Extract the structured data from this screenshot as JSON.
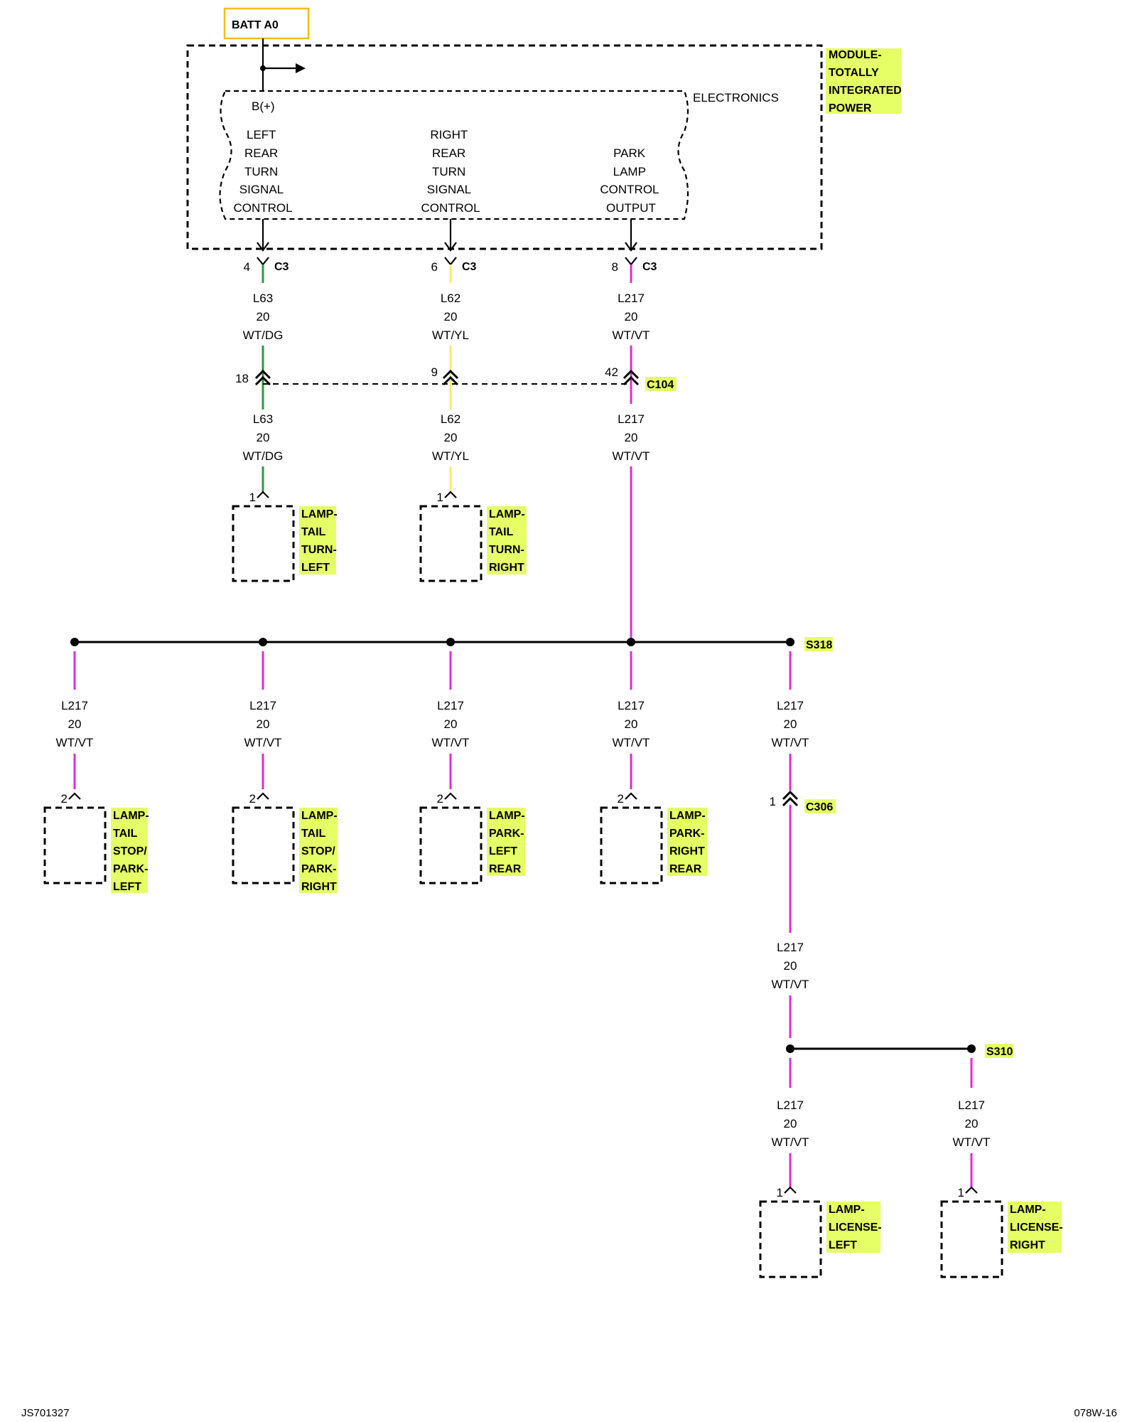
{
  "colors": {
    "green": "#2f9a3c",
    "yellow": "#f4ec6a",
    "violet": "#e22ad4",
    "highlight": "#e6ff66",
    "batt_border": "#f0c000"
  },
  "batt_label": "BATT A0",
  "module": {
    "title_lines": [
      "MODULE-",
      "TOTALLY",
      "INTEGRATED",
      "POWER"
    ],
    "electronics_label": "ELECTRONICS",
    "bplus_label": "B(+)",
    "outputs": [
      {
        "lines": [
          "LEFT",
          "REAR",
          "TURN",
          "SIGNAL",
          "CONTROL"
        ]
      },
      {
        "lines": [
          "RIGHT",
          "REAR",
          "TURN",
          "SIGNAL",
          "CONTROL"
        ]
      },
      {
        "lines": [
          "PARK",
          "LAMP",
          "CONTROL",
          "OUTPUT"
        ]
      }
    ]
  },
  "c3_pins": [
    {
      "pin": "4",
      "connector": "C3"
    },
    {
      "pin": "6",
      "connector": "C3"
    },
    {
      "pin": "8",
      "connector": "C3"
    }
  ],
  "c104": {
    "connector": "C104",
    "pins": [
      "18",
      "9",
      "42"
    ]
  },
  "wire_labels": [
    {
      "circuit": "L63",
      "gauge": "20",
      "color": "WT/DG"
    },
    {
      "circuit": "L62",
      "gauge": "20",
      "color": "WT/YL"
    },
    {
      "circuit": "L217",
      "gauge": "20",
      "color": "WT/VT"
    },
    {
      "circuit": "L63",
      "gauge": "20",
      "color": "WT/DG"
    },
    {
      "circuit": "L62",
      "gauge": "20",
      "color": "WT/YL"
    },
    {
      "circuit": "L217",
      "gauge": "20",
      "color": "WT/VT"
    },
    {
      "circuit": "L217",
      "gauge": "20",
      "color": "WT/VT"
    },
    {
      "circuit": "L217",
      "gauge": "20",
      "color": "WT/VT"
    },
    {
      "circuit": "L217",
      "gauge": "20",
      "color": "WT/VT"
    },
    {
      "circuit": "L217",
      "gauge": "20",
      "color": "WT/VT"
    },
    {
      "circuit": "L217",
      "gauge": "20",
      "color": "WT/VT"
    },
    {
      "circuit": "L217",
      "gauge": "20",
      "color": "WT/VT"
    },
    {
      "circuit": "L217",
      "gauge": "20",
      "color": "WT/VT"
    },
    {
      "circuit": "L217",
      "gauge": "20",
      "color": "WT/VT"
    }
  ],
  "splices": {
    "s318": "S318",
    "s310": "S310"
  },
  "c306": {
    "connector": "C306",
    "pin": "1"
  },
  "lamps": [
    {
      "pin": "1",
      "lines": [
        "LAMP-",
        "TAIL",
        "TURN-",
        "LEFT"
      ]
    },
    {
      "pin": "1",
      "lines": [
        "LAMP-",
        "TAIL",
        "TURN-",
        "RIGHT"
      ]
    },
    {
      "pin": "2",
      "lines": [
        "LAMP-",
        "TAIL",
        "STOP/",
        "PARK-",
        "LEFT"
      ]
    },
    {
      "pin": "2",
      "lines": [
        "LAMP-",
        "TAIL",
        "STOP/",
        "PARK-",
        "RIGHT"
      ]
    },
    {
      "pin": "2",
      "lines": [
        "LAMP-",
        "PARK-",
        "LEFT",
        "REAR"
      ]
    },
    {
      "pin": "2",
      "lines": [
        "LAMP-",
        "PARK-",
        "RIGHT",
        "REAR"
      ]
    },
    {
      "pin": "1",
      "lines": [
        "LAMP-",
        "LICENSE-",
        "LEFT"
      ]
    },
    {
      "pin": "1",
      "lines": [
        "LAMP-",
        "LICENSE-",
        "RIGHT"
      ]
    }
  ],
  "footer": {
    "left": "JS701327",
    "right": "078W-16"
  }
}
